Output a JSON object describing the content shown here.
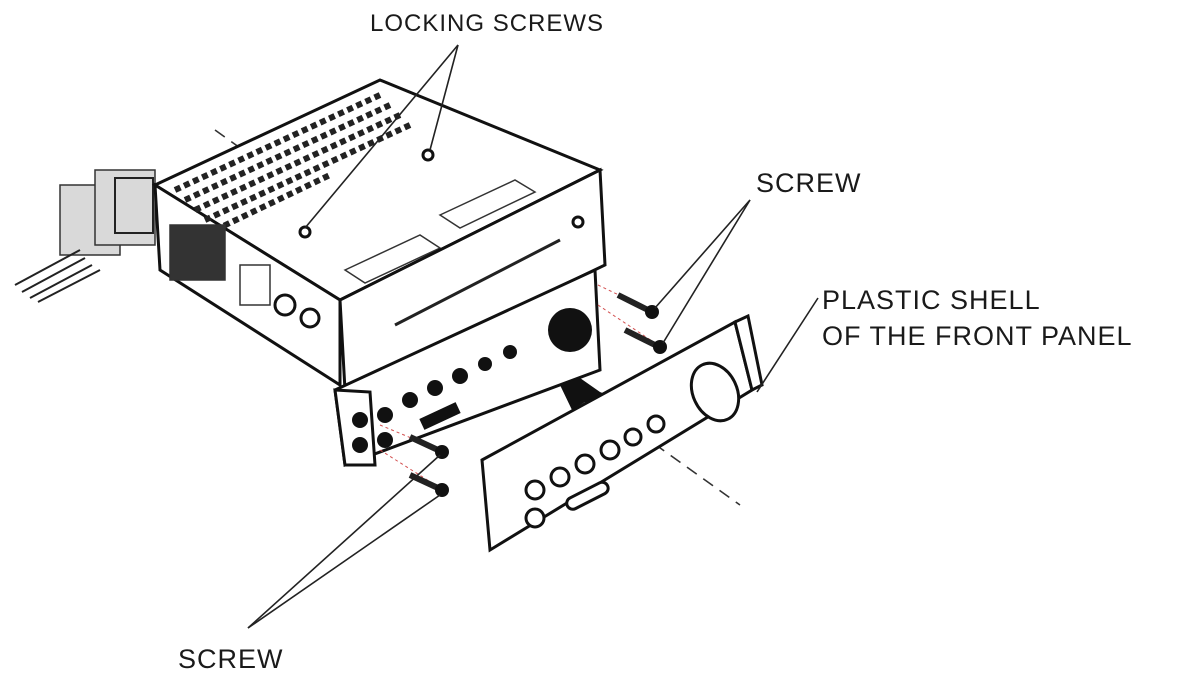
{
  "labels": {
    "locking_screws": "LOCKING SCREWS",
    "screw_right": "SCREW",
    "plastic_shell_line1": "PLASTIC SHELL",
    "plastic_shell_line2": "OF THE FRONT PANEL",
    "screw_bottom": "SCREW"
  },
  "colors": {
    "ink": "#1a1a1a",
    "alignment_marks": "#d35050"
  }
}
